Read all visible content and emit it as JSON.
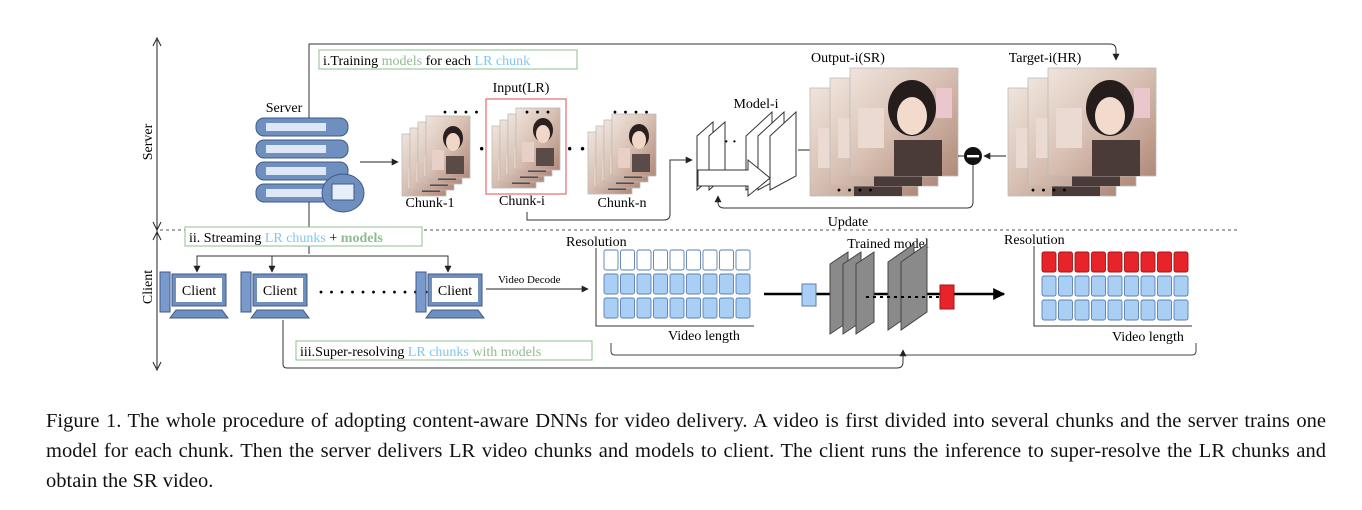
{
  "diagram": {
    "section_server": "Server",
    "section_client": "Client",
    "server_label": "Server",
    "step1": {
      "prefix": "i.Training ",
      "models": "models",
      "mid": " for each ",
      "chunk": "LR chunk"
    },
    "step2": {
      "prefix": "ii. Streaming ",
      "chunks": "LR chunks",
      "plus": " + ",
      "models": "models"
    },
    "step3": {
      "prefix": "iii.Super-resolving ",
      "chunks": "LR chunks",
      "suffix": " with models"
    },
    "input_label": "Input(LR)",
    "chunk_1": "Chunk-1",
    "chunk_i": "Chunk-i",
    "chunk_n": "Chunk-n",
    "model_label": "Model-i",
    "output_label": "Output-i(SR)",
    "target_label": "Target-i(HR)",
    "update_label": "Update",
    "client_label": "Client",
    "video_decode": "Video Decode",
    "resolution": "Resolution",
    "video_length": "Video length",
    "trained_model": "Trained model",
    "colors": {
      "green": "#8fbc8f",
      "blue": "#7ec8f0",
      "cell_blue": "#a9cff5",
      "cell_red": "#e8232a",
      "box_border": "#7ab87a"
    }
  },
  "caption": "Figure 1. The whole procedure of adopting content-aware DNNs for video delivery. A video is first divided into several chunks and the server trains one model for each chunk. Then the server delivers LR video chunks and models to client. The client runs the inference to super-resolve the LR chunks and obtain the SR video."
}
